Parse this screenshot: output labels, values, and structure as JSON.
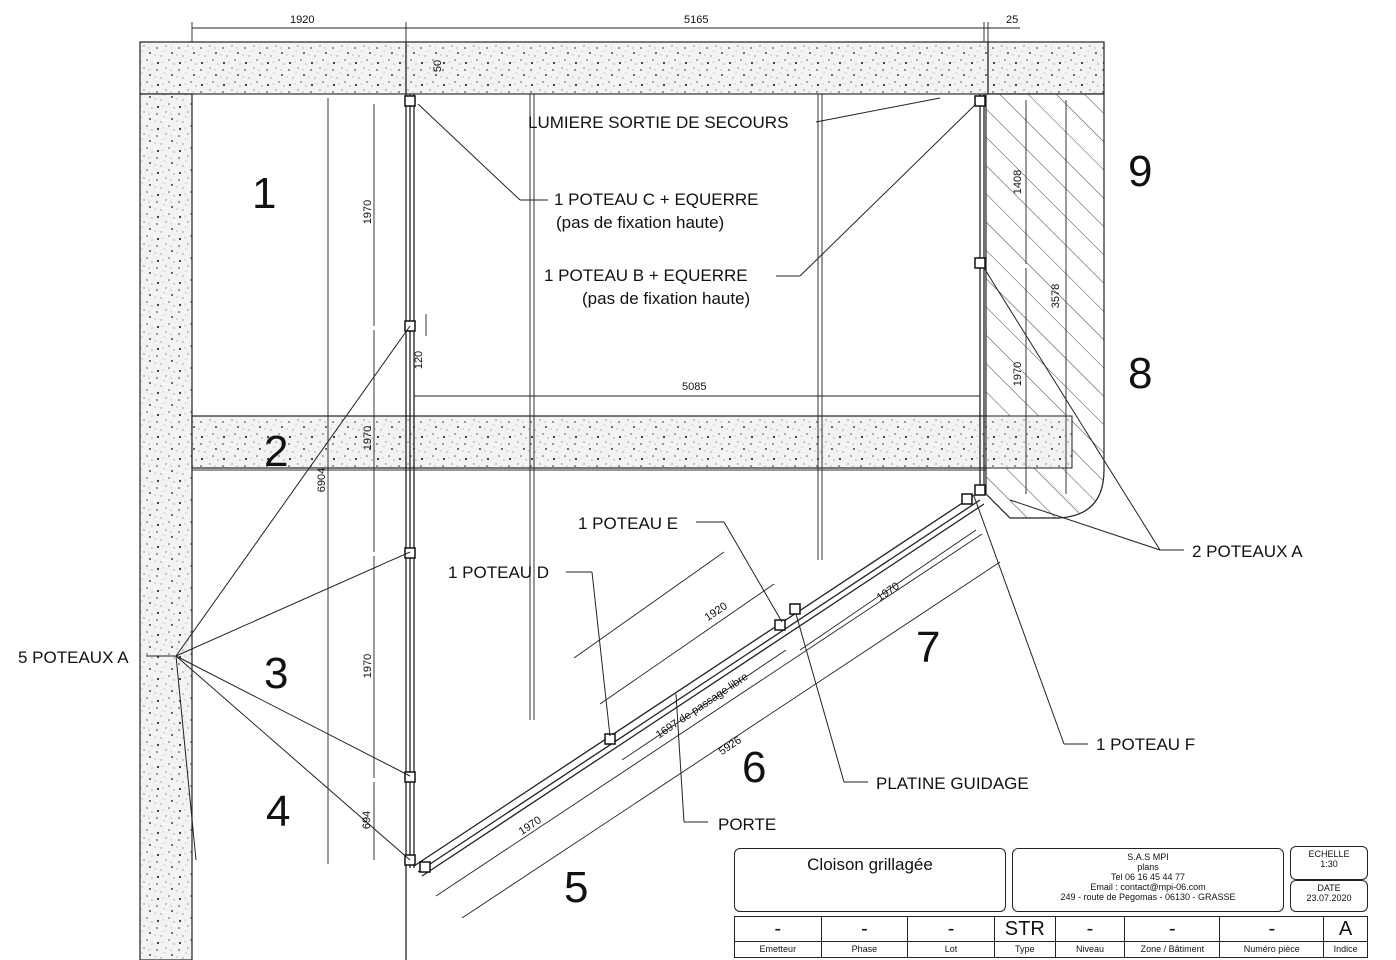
{
  "dimensions": {
    "top_left": "1920",
    "top_mid": "5165",
    "top_right": "25",
    "d50": "50",
    "d1970_a": "1970",
    "d120": "120",
    "d1970_b": "1970",
    "d1970_c": "1970",
    "d694": "694",
    "d6904": "6904",
    "d5085": "5085",
    "d1408": "1408",
    "d3578": "3578",
    "d1970_r": "1970",
    "d1920_diag": "1920",
    "d1970_diag_top": "1970",
    "d1697": "1697 de passage libre",
    "d5926": "5926",
    "d1970_diag_bot": "1970"
  },
  "zones": [
    "1",
    "2",
    "3",
    "4",
    "5",
    "6",
    "7",
    "8",
    "9"
  ],
  "labels": {
    "lumiere": "LUMIERE SORTIE DE SECOURS",
    "poteau_c": "1 POTEAU C + EQUERRE",
    "poteau_c_note": "(pas de fixation haute)",
    "poteau_b": "1 POTEAU B + EQUERRE",
    "poteau_b_note": "(pas de fixation haute)",
    "poteau_e": "1 POTEAU E",
    "poteau_d": "1 POTEAU D",
    "poteaux_a_2": "2 POTEAUX A",
    "poteaux_a_5": "5 POTEAUX A",
    "poteau_f": "1 POTEAU F",
    "platine": "PLATINE GUIDAGE",
    "porte": "PORTE"
  },
  "title_block": {
    "title": "Cloison grillagée",
    "company": "S.A.S  MPI",
    "company_sub": "plans",
    "tel": "Tel 06 16 45 44 77",
    "email": "Email : contact@mpi-06.com",
    "address": "249 - route de Pegomas - 06130  - GRASSE",
    "echelle_label": "ECHELLE",
    "echelle_value": "1:30",
    "date_label": "DATE",
    "date_value": "23.07.2020",
    "fields": [
      {
        "value": "-",
        "label": "Emetteur"
      },
      {
        "value": "-",
        "label": "Phase"
      },
      {
        "value": "-",
        "label": "Lot"
      },
      {
        "value": "STR",
        "label": "Type"
      },
      {
        "value": "-",
        "label": "Niveau"
      },
      {
        "value": "-",
        "label": "Zone / Bâtiment"
      },
      {
        "value": "-",
        "label": "Numéro pièce"
      },
      {
        "value": "A",
        "label": "Indice"
      }
    ]
  }
}
